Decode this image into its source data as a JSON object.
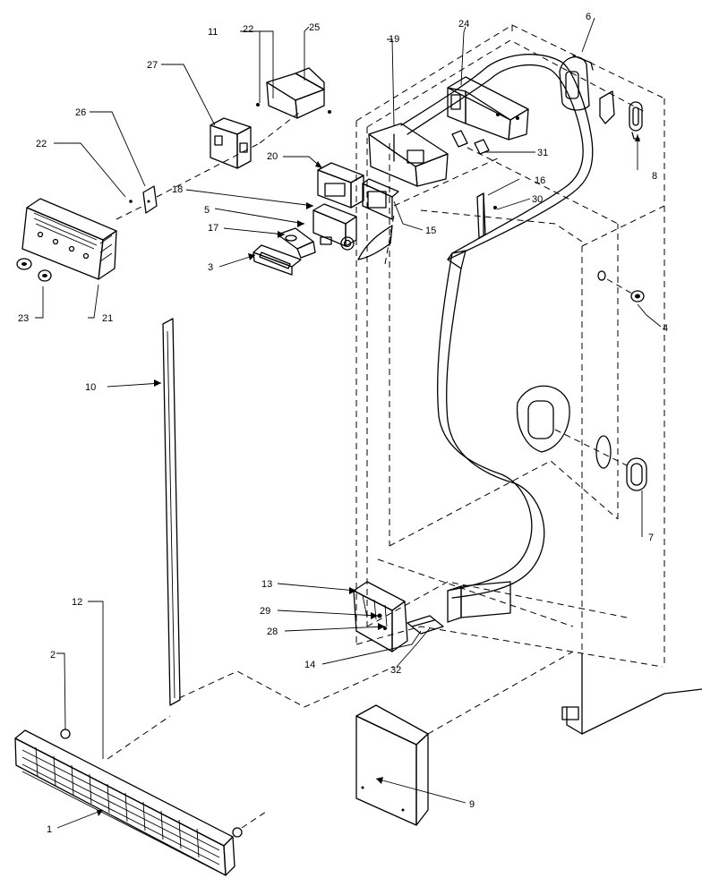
{
  "diagram": {
    "callouts": [
      "1",
      "2",
      "3",
      "4",
      "5",
      "6",
      "7",
      "8",
      "9",
      "10",
      "11",
      "12",
      "13",
      "14",
      "15",
      "16",
      "17",
      "18",
      "19",
      "20",
      "21",
      "22",
      "22",
      "23",
      "24",
      "25",
      "26",
      "27",
      "28",
      "29",
      "30",
      "31",
      "32"
    ]
  }
}
